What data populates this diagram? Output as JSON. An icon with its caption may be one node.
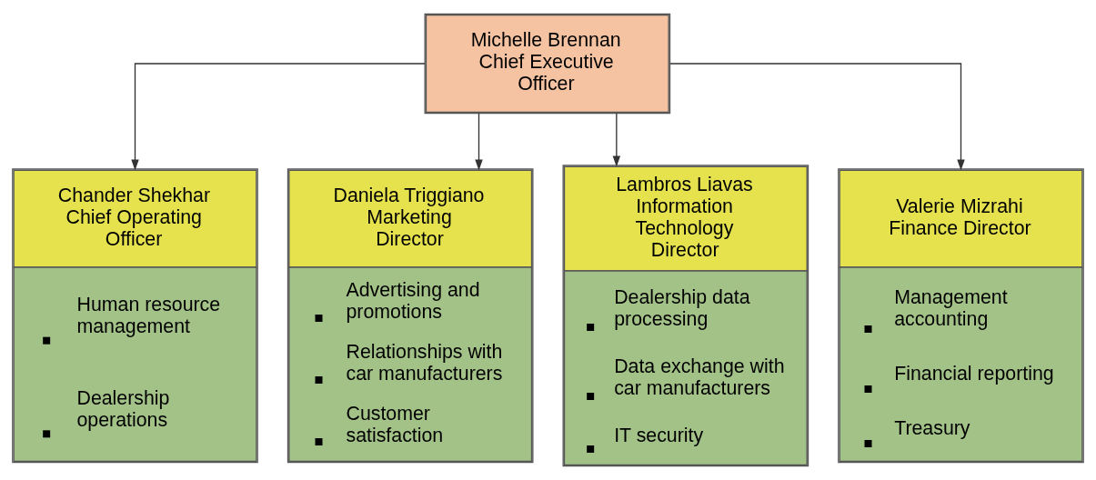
{
  "diagram": {
    "nodes": [
      {
        "text": [
          "Michelle Brennan Chief Executive Officer"
        ]
      },
      {
        "text": [
          "Chander Shekhar Chief Operating Officer",
          "Human resource management",
          "Dealership operations"
        ]
      },
      {
        "text": [
          "Daniela Triggiano Marketing Director",
          "Advertising and promotions",
          "Relationships with car manufacturers",
          "Customer satisfaction"
        ]
      },
      {
        "text": [
          "Lambros Liavas Information Technology Director",
          "Dealership data processing",
          "Data exchange with car manufacturers",
          "IT security"
        ]
      },
      {
        "text": [
          "Valerie Mizrahi Finance Director",
          "Management accounting",
          "Financial reporting",
          "Treasury"
        ]
      }
    ],
    "edges": [
      {
        "from": 0,
        "to": 1,
        "arrow": "to"
      },
      {
        "from": 0,
        "to": 2,
        "arrow": "to"
      },
      {
        "from": 0,
        "to": 3,
        "arrow": "to"
      },
      {
        "from": 0,
        "to": 4,
        "arrow": "to"
      }
    ]
  }
}
